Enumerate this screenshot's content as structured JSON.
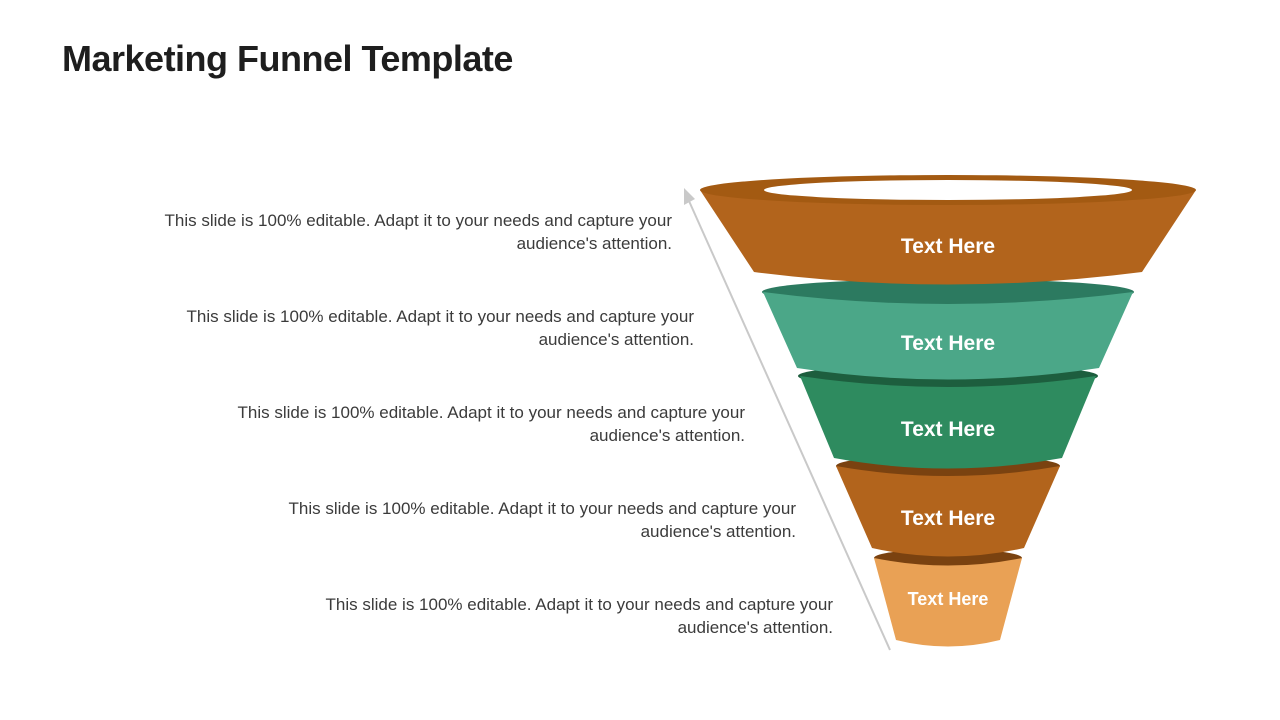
{
  "slide": {
    "title": "Marketing Funnel Template",
    "background_color": "#ffffff",
    "title_color": "#1e1e1e",
    "body_text_color": "#3b3b3b"
  },
  "descriptions": [
    {
      "text": "This slide is 100% editable. Adapt it to your needs and capture your audience's attention."
    },
    {
      "text": "This slide is 100% editable. Adapt it to your needs and capture your audience's attention."
    },
    {
      "text": "This slide is 100% editable. Adapt it to your needs and capture your audience's attention."
    },
    {
      "text": "This slide is 100% editable. Adapt it to your needs and capture your audience's attention."
    },
    {
      "text": "This slide is 100% editable. Adapt it to your needs and capture your audience's attention."
    }
  ],
  "funnel": {
    "levels": [
      {
        "label": "Text Here",
        "color": "#B2641C",
        "shadow_color": "#8F4E12"
      },
      {
        "label": "Text Here",
        "color": "#4BA788",
        "shadow_color": "#2C7A60"
      },
      {
        "label": "Text Here",
        "color": "#2E8B5F",
        "shadow_color": "#1D5E3E"
      },
      {
        "label": "Text Here",
        "color": "#B2641C",
        "shadow_color": "#7A4210"
      },
      {
        "label": "Text Here",
        "color": "#E9A155",
        "shadow_color": "#7A4210"
      }
    ],
    "top_rim_color": "#A35A12",
    "top_inner_color": "#FFFFFF",
    "arrow_color": "#C9C9C9",
    "label_color": "#FFFFFF"
  }
}
